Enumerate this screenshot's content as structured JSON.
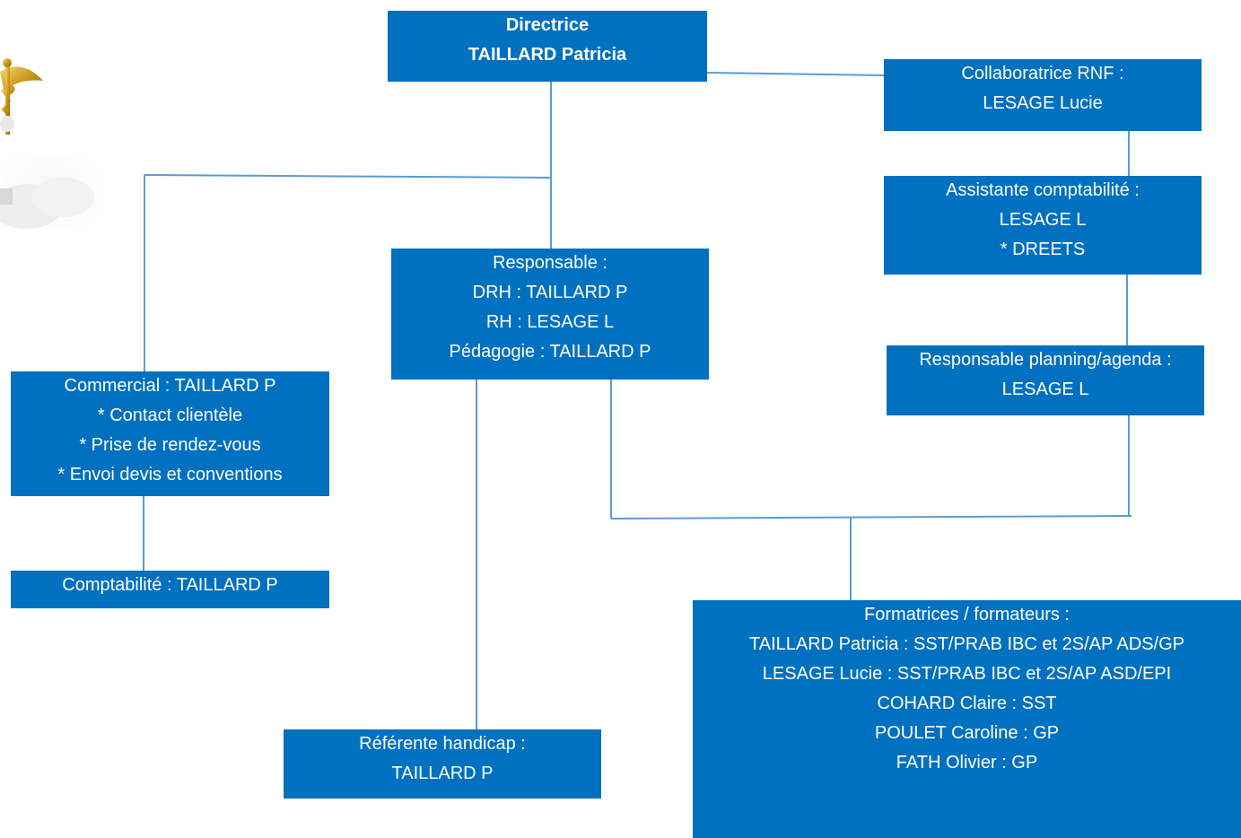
{
  "boxes": {
    "directrice": [
      "Directrice",
      "TAILLARD Patricia"
    ],
    "collaboratrice": [
      "Collaboratrice RNF :",
      "LESAGE Lucie"
    ],
    "assistante": [
      "Assistante comptabilité :",
      "LESAGE L",
      "* DREETS"
    ],
    "planning": [
      "Responsable planning/agenda :",
      "LESAGE L"
    ],
    "responsable": [
      "Responsable :",
      "DRH : TAILLARD P",
      "RH : LESAGE L",
      "Pédagogie : TAILLARD P"
    ],
    "commercial": [
      "Commercial : TAILLARD P",
      "* Contact clientèle",
      "* Prise de rendez-vous",
      "* Envoi devis et conventions"
    ],
    "comptabilite": [
      "Comptabilité : TAILLARD P"
    ],
    "referente": [
      "Référente handicap :",
      "TAILLARD P"
    ],
    "formateurs": [
      "Formatrices / formateurs :",
      "TAILLARD Patricia : SST/PRAB IBC et 2S/AP ADS/GP",
      "LESAGE Lucie : SST/PRAB IBC et 2S/AP ASD/EPI",
      "COHARD Claire : SST",
      "POULET Caroline : GP",
      "FATH Olivier : GP"
    ]
  },
  "colors": {
    "box_fill": "#0070c0",
    "box_text": "#ffffff",
    "connector": "#5b9bd5"
  },
  "icons": {
    "logo": "caduceus-icon"
  }
}
